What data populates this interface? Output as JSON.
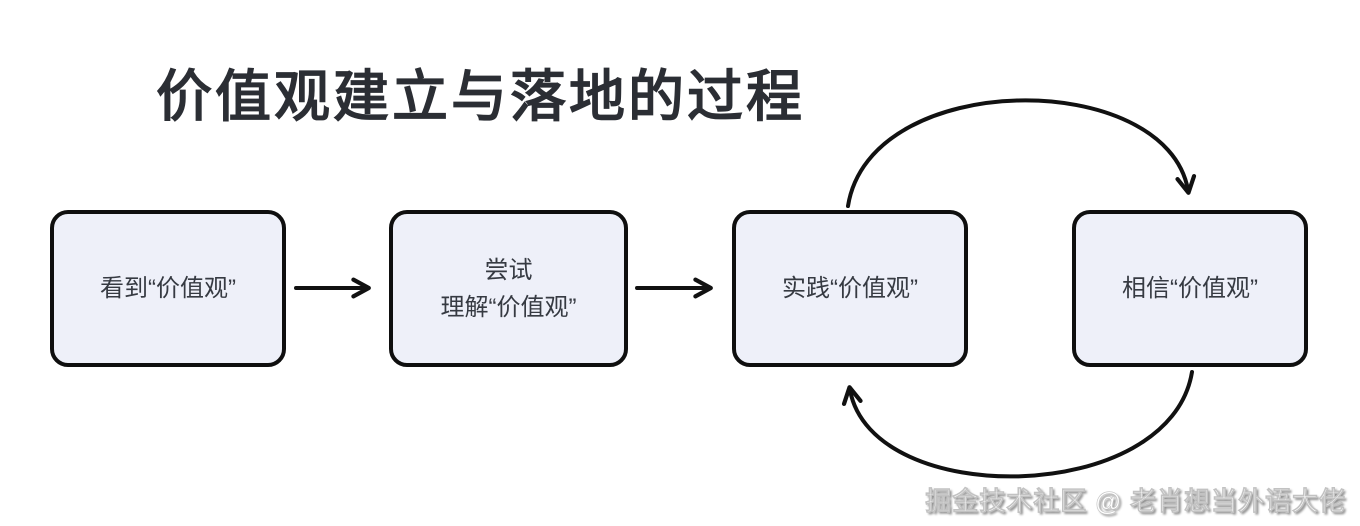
{
  "title": "价值观建立与落地的过程",
  "diagram": {
    "nodes": [
      {
        "id": "see",
        "label": "看到“价值观”"
      },
      {
        "id": "try-understand",
        "line1": "尝试",
        "line2": "理解“价值观”"
      },
      {
        "id": "practice",
        "label": "实践“价值观”"
      },
      {
        "id": "believe",
        "label": "相信“价值观”"
      }
    ],
    "edges": [
      {
        "from": "see",
        "to": "try-understand",
        "type": "straight-right"
      },
      {
        "from": "try-understand",
        "to": "practice",
        "type": "straight-right"
      },
      {
        "from": "practice",
        "to": "believe",
        "type": "curve-over-top"
      },
      {
        "from": "believe",
        "to": "practice",
        "type": "curve-under-bottom"
      }
    ]
  },
  "watermark": "掘金技术社区 @ 老肖想当外语大佬",
  "colors": {
    "background": "#ffffff",
    "node_fill": "#eef0f9",
    "node_border": "#0f0f0f",
    "node_text": "#363a42",
    "title_text": "#2b2e34",
    "arrow": "#111111",
    "watermark_fill": "#ffffff",
    "watermark_shadow": "#8f8f8f"
  }
}
